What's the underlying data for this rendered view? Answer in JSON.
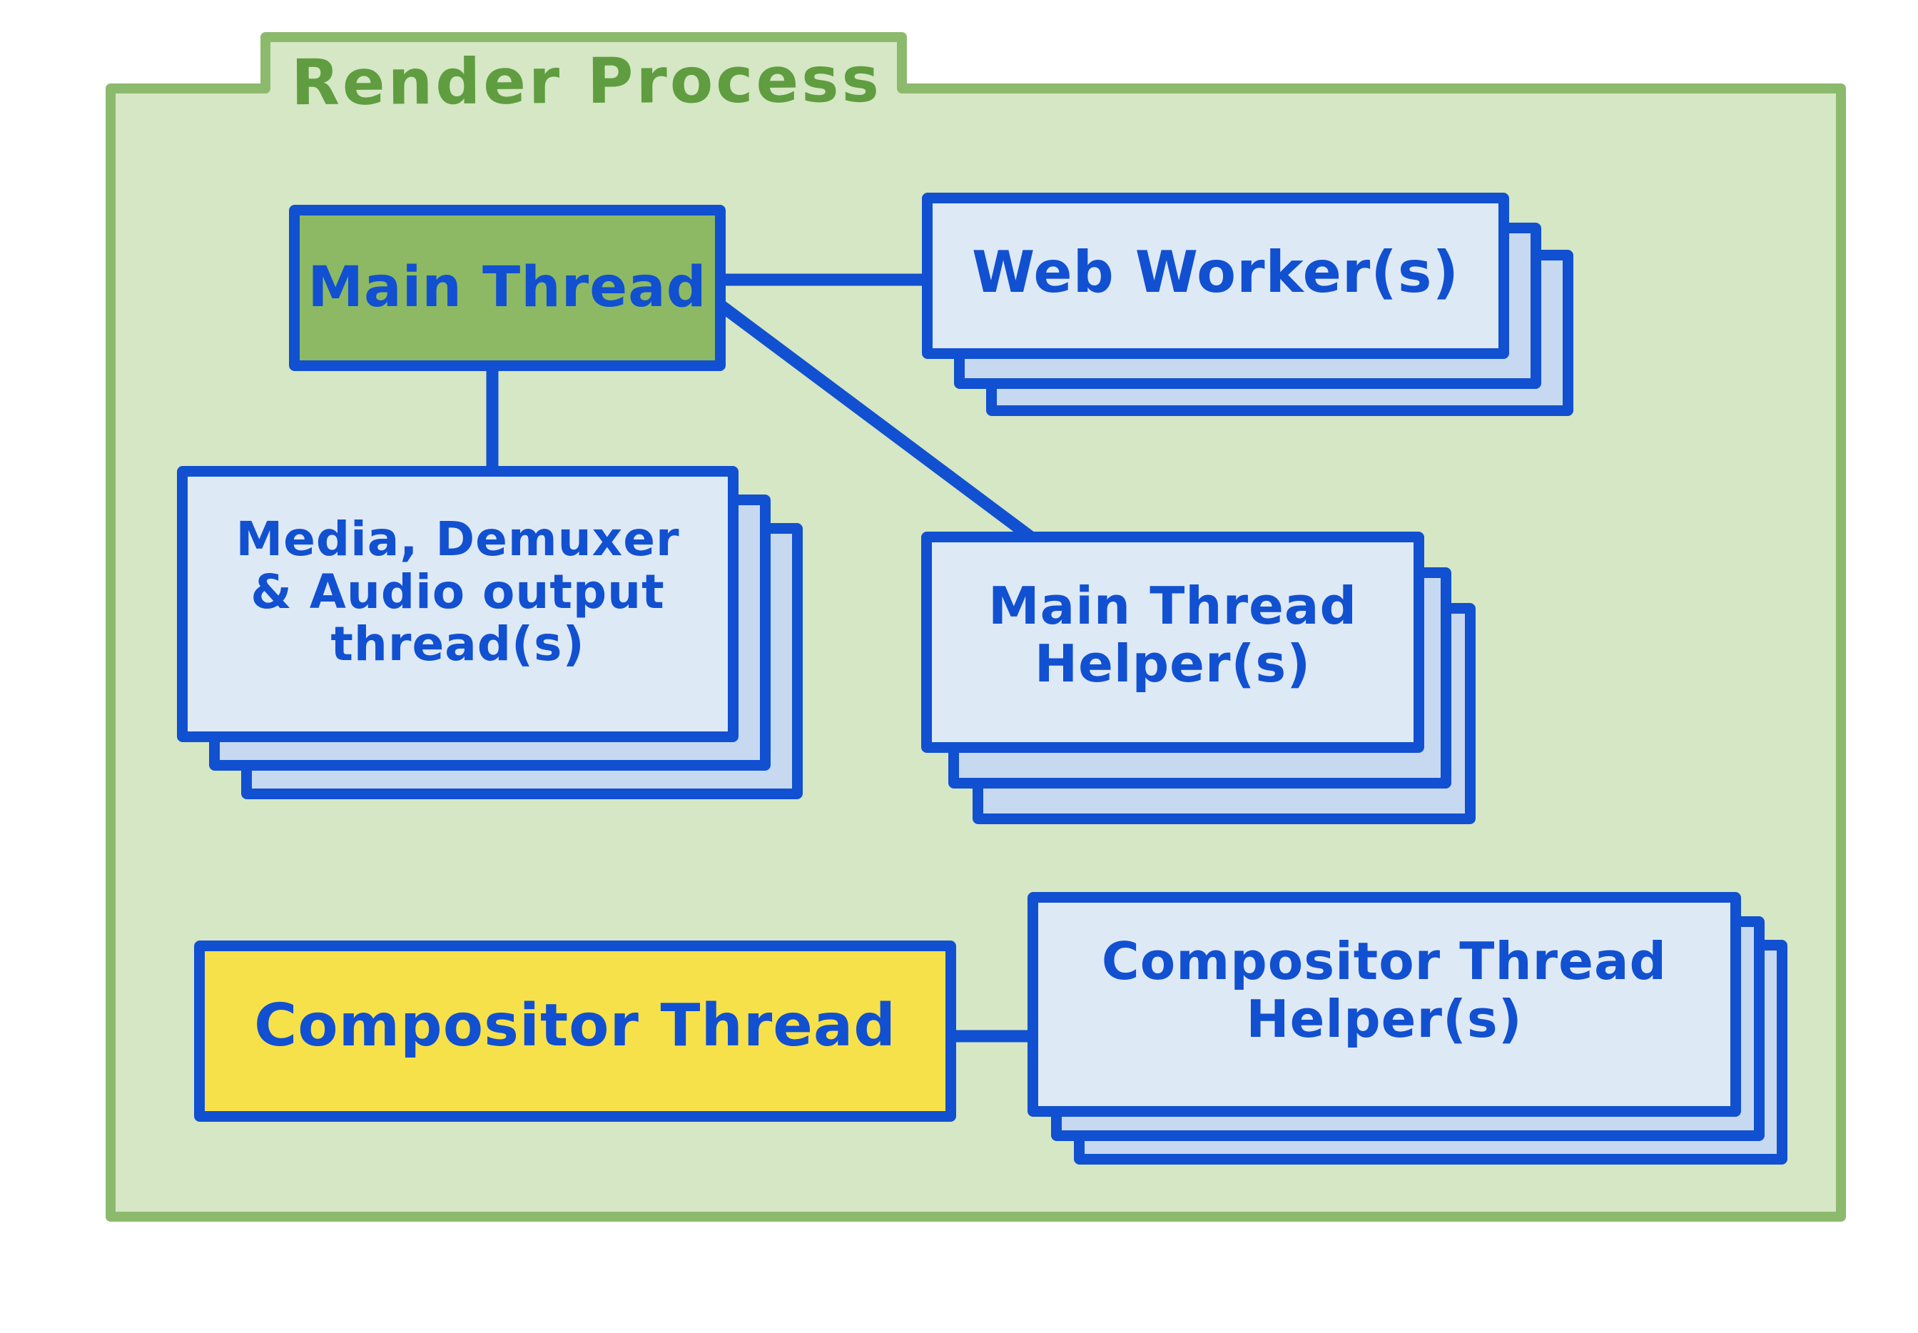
{
  "title": "Render Process",
  "nodes": {
    "main_thread": {
      "label": "Main Thread"
    },
    "web_workers": {
      "label": "Web Worker(s)"
    },
    "media_threads": {
      "lines": [
        "Media, Demuxer",
        "& Audio output",
        "thread(s)"
      ]
    },
    "main_thread_helpers": {
      "lines": [
        "Main Thread",
        "Helper(s)"
      ]
    },
    "compositor_thread": {
      "label": "Compositor Thread"
    },
    "compositor_thread_helpers": {
      "lines": [
        "Compositor Thread",
        "Helper(s)"
      ]
    }
  },
  "edges": [
    {
      "from": "Main Thread",
      "to": "Web Worker(s)"
    },
    {
      "from": "Main Thread",
      "to": "Media, Demuxer & Audio output thread(s)"
    },
    {
      "from": "Main Thread",
      "to": "Main Thread Helper(s)"
    },
    {
      "from": "Compositor Thread",
      "to": "Compositor Thread Helper(s)"
    }
  ],
  "colors": {
    "outline_blue": "#1150d0",
    "text_blue": "#1150d0",
    "card_fill": "#dee9f6",
    "card_back_fill": "#c6d9f0",
    "folder_fill": "#d5e7c4",
    "folder_border": "#8cba6d",
    "title_green": "#5f9d40",
    "main_thread_green": "#8db964",
    "compositor_yellow": "#f7e14b"
  }
}
